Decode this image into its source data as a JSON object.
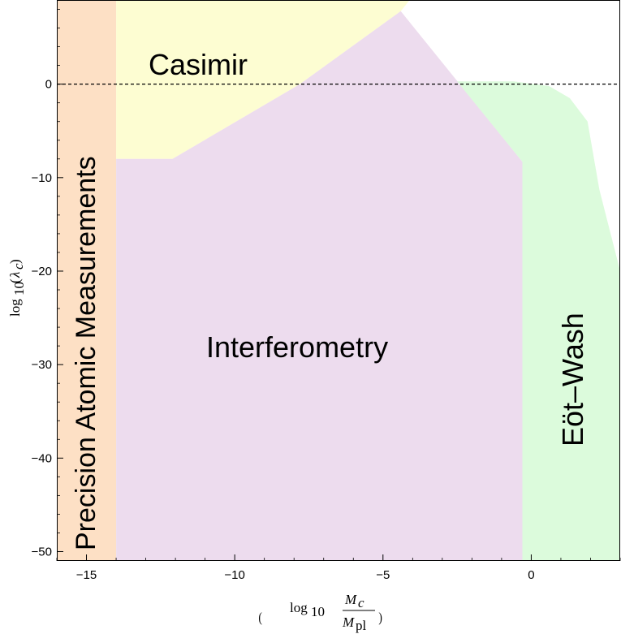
{
  "chart_data": {
    "type": "area",
    "xlabel": "log10(Mc/Mpl)",
    "ylabel": "log10(λc)",
    "xlim": [
      -16,
      3
    ],
    "ylim": [
      -51,
      9
    ],
    "x_ticks": [
      "−15",
      "−10",
      "−5",
      "0"
    ],
    "x_tick_values": [
      -15,
      -10,
      -5,
      0
    ],
    "y_ticks": [
      "0",
      "−10",
      "−20",
      "−30",
      "−40",
      "−50"
    ],
    "y_tick_values": [
      0,
      -10,
      -20,
      -30,
      -40,
      -50
    ],
    "reference_line": {
      "y": 0,
      "style": "dashed"
    },
    "regions": [
      {
        "name": "Precision Atomic Measurements",
        "color": "#fde0c5",
        "polygon": [
          [
            -16,
            -51
          ],
          [
            -14,
            -51
          ],
          [
            -14,
            9
          ],
          [
            -16,
            9
          ]
        ]
      },
      {
        "name": "Casimir",
        "color": "#fdfdd2",
        "polygon": [
          [
            -14,
            -8
          ],
          [
            -12.1,
            -8
          ],
          [
            -7.8,
            0
          ],
          [
            -4.4,
            7.8
          ],
          [
            -4.1,
            9
          ],
          [
            -14,
            9
          ]
        ]
      },
      {
        "name": "Interferometry",
        "color": "#eddcee",
        "polygon": [
          [
            -14,
            -51
          ],
          [
            -0.3,
            -51
          ],
          [
            -0.3,
            -8.3
          ],
          [
            -4.4,
            7.8
          ],
          [
            -7.8,
            0
          ],
          [
            -12.1,
            -8
          ],
          [
            -14,
            -8
          ]
        ]
      },
      {
        "name": "Eöt-Wash",
        "color": "#dcfbdc",
        "polygon": [
          [
            -0.3,
            -51
          ],
          [
            3,
            -51
          ],
          [
            3,
            -20
          ],
          [
            2.3,
            -11.3
          ],
          [
            1.9,
            -4
          ],
          [
            1.3,
            -1.5
          ],
          [
            0.6,
            -0.2
          ],
          [
            -0.6,
            0.3
          ],
          [
            -2.5,
            0.3
          ],
          [
            -0.3,
            -8.3
          ]
        ]
      }
    ],
    "region_labels": [
      "Casimir",
      "Interferometry",
      "Eöt–Wash",
      "Precision Atomic Measurements"
    ],
    "grid": false
  }
}
